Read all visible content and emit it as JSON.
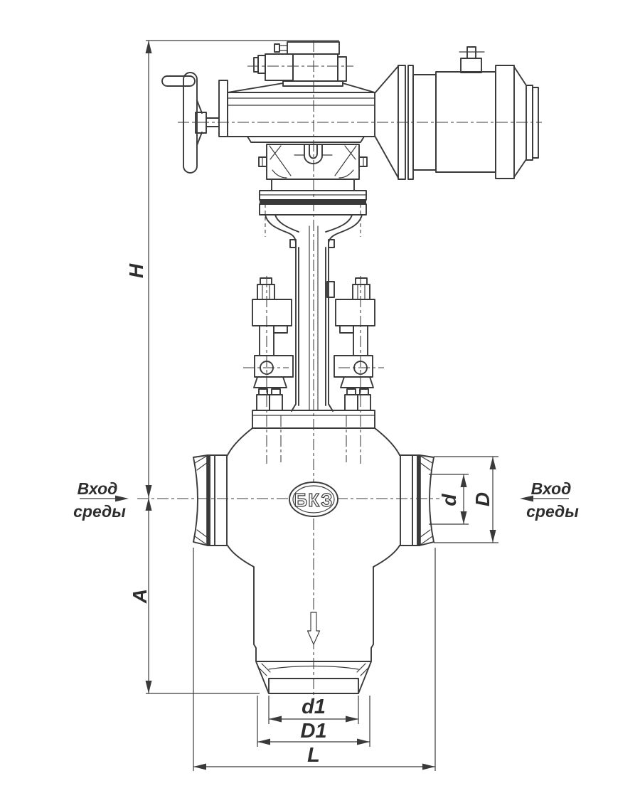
{
  "drawing": {
    "background": "#ffffff",
    "line_color": "#3a3a3a",
    "logo_text": "БКЗ",
    "labels": {
      "H": "H",
      "A": "A",
      "d": "d",
      "D": "D",
      "d1": "d1",
      "D1": "D1",
      "L": "L"
    },
    "inlet_left": {
      "line1": "Вход",
      "line2": "среды"
    },
    "inlet_right": {
      "line1": "Вход",
      "line2": "среды"
    }
  }
}
